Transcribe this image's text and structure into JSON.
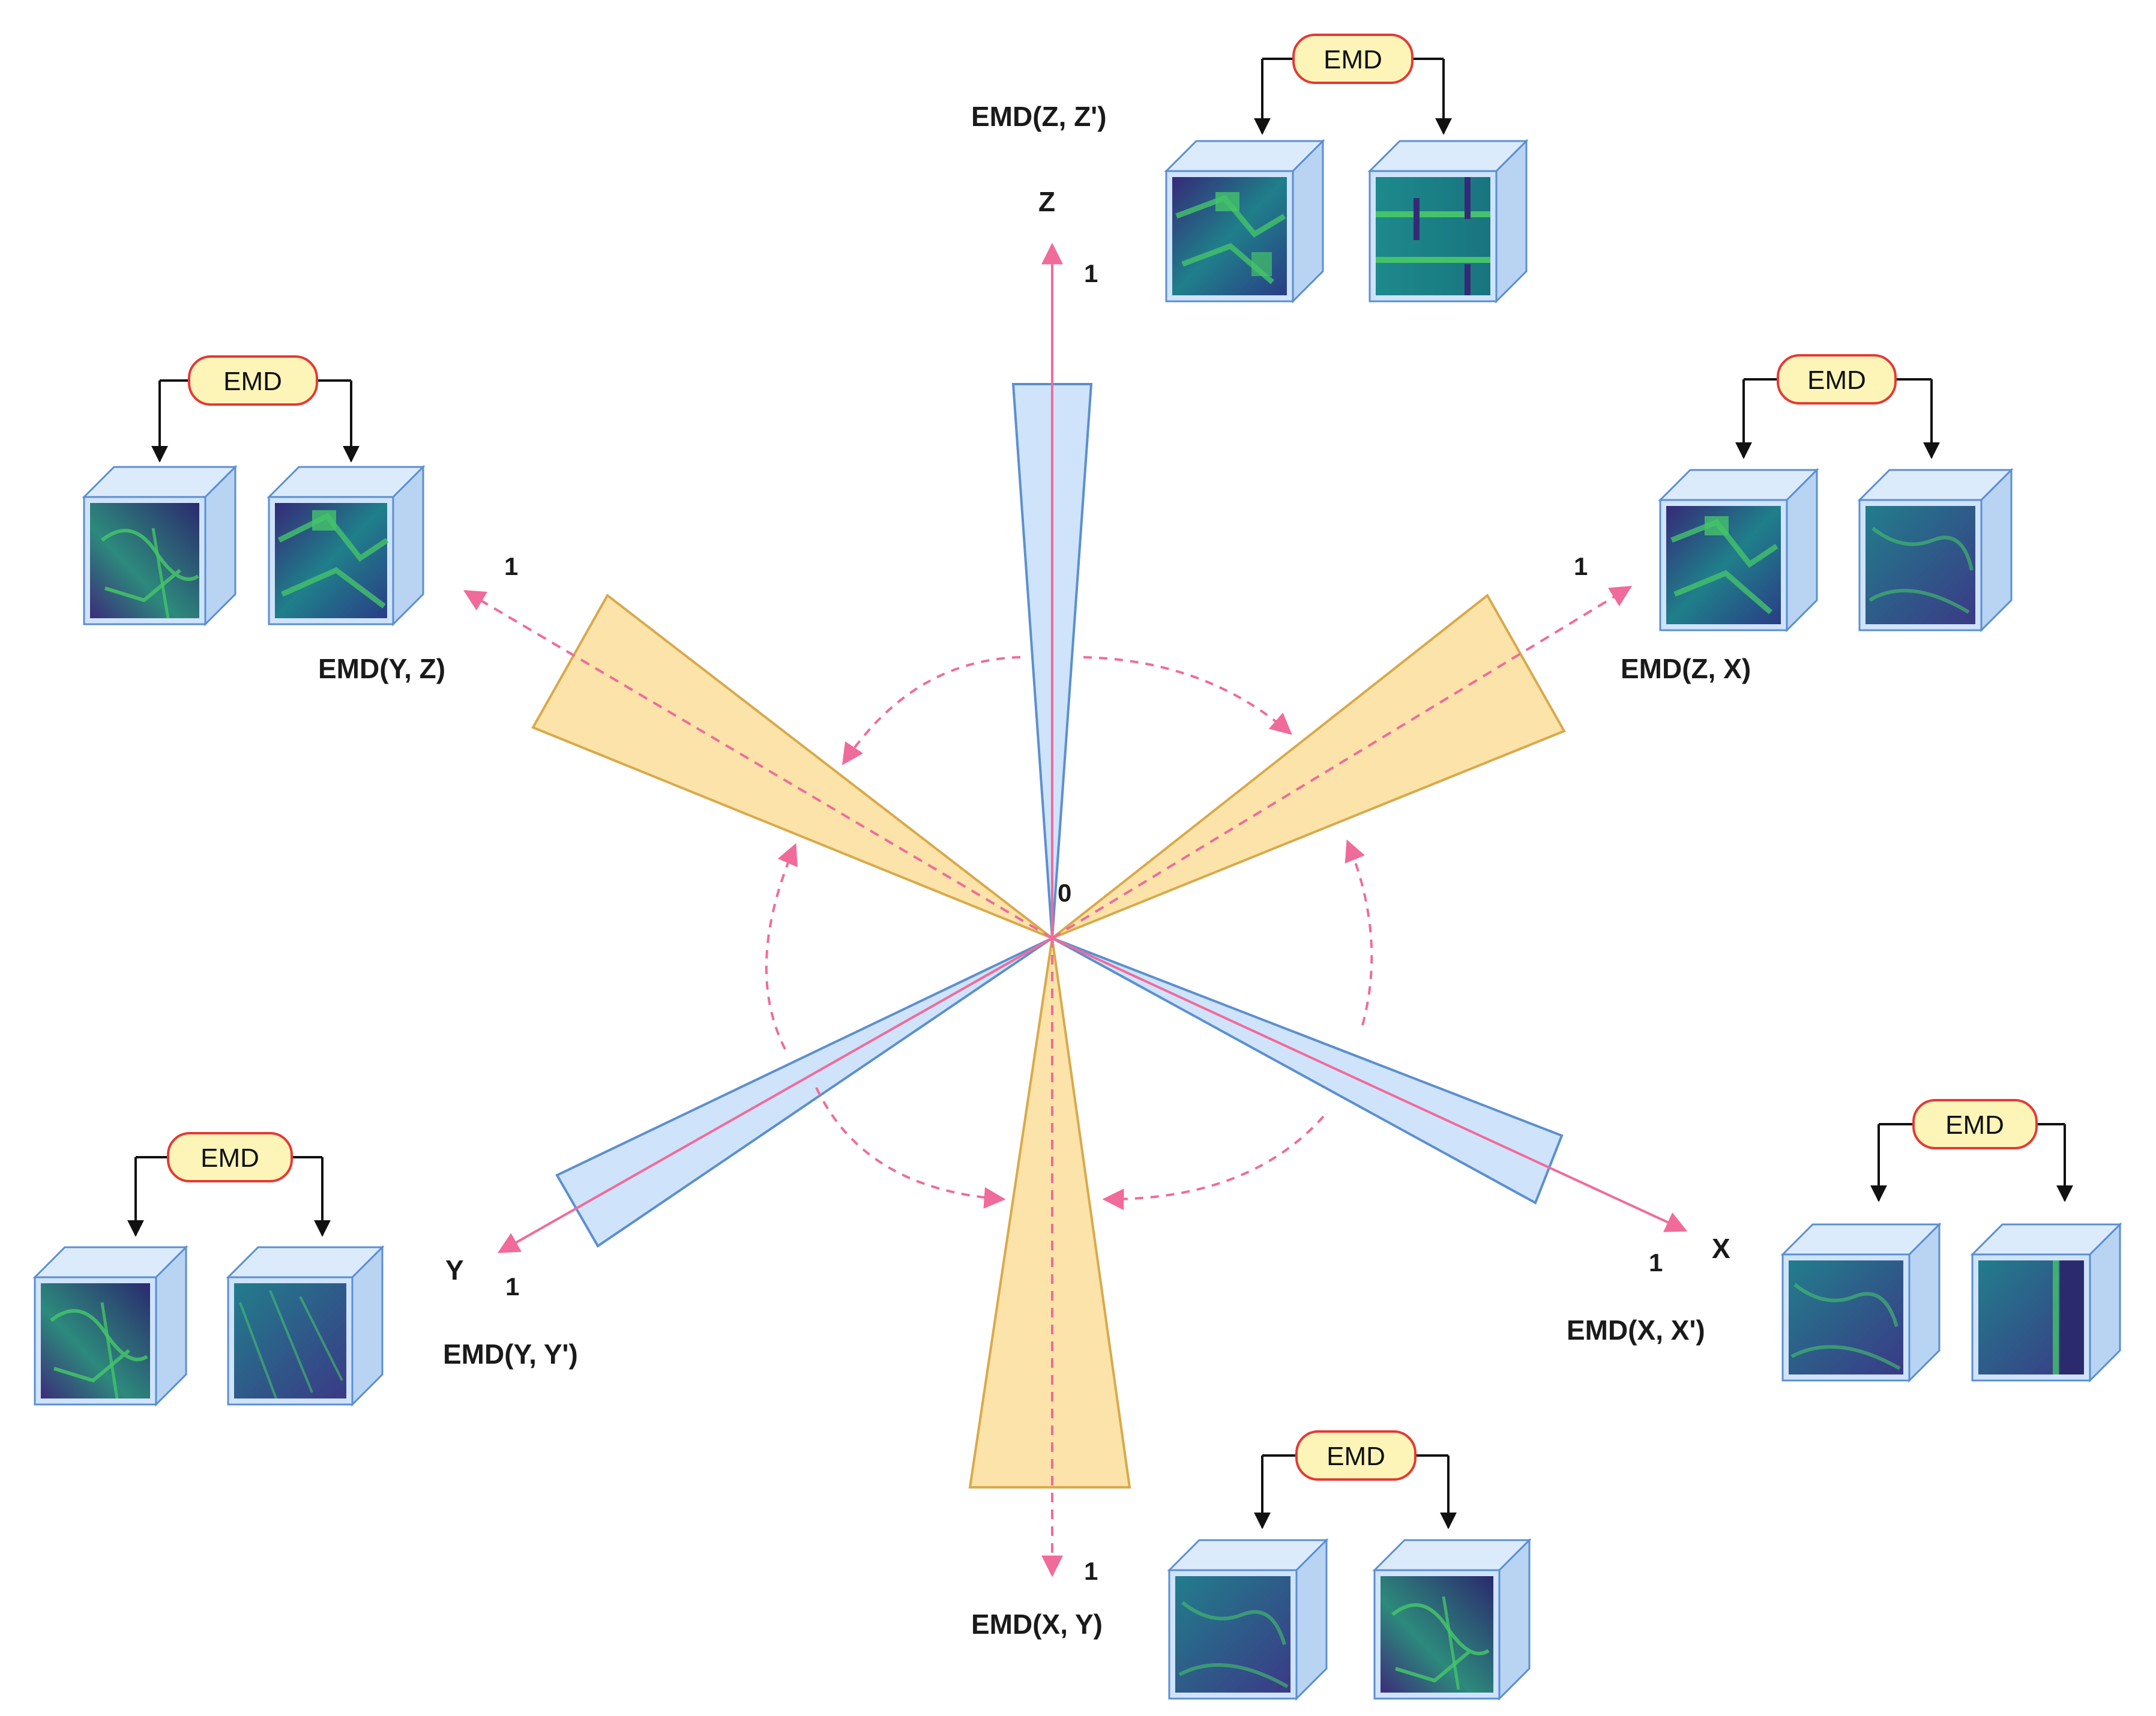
{
  "axes": {
    "z": {
      "name": "Z",
      "tick": "1"
    },
    "x": {
      "name": "X",
      "tick": "1"
    },
    "y": {
      "name": "Y",
      "tick": "1"
    },
    "origin": "0",
    "diag_tl_tick": "1",
    "diag_tr_tick": "1",
    "bottom_tick": "1"
  },
  "emd_badge": "EMD",
  "pairs": [
    {
      "id": "zz",
      "label": "EMD(Z, Z')"
    },
    {
      "id": "yz",
      "label": "EMD(Y, Z)"
    },
    {
      "id": "zx",
      "label": "EMD(Z, X)"
    },
    {
      "id": "yy",
      "label": "EMD(Y, Y')"
    },
    {
      "id": "xx",
      "label": "EMD(X, X')"
    },
    {
      "id": "xy",
      "label": "EMD(X, Y)"
    }
  ],
  "colors": {
    "axis_pink": "#f06b9a",
    "blue_fill": "#cfe3fb",
    "blue_stroke": "#5b8fd0",
    "yellow_fill": "#fbe3a9",
    "yellow_stroke": "#d9a94a",
    "badge_fill": "#fdf5b8",
    "badge_stroke": "#e53935",
    "img_dark": "#352a78",
    "img_teal": "#1f8f8f",
    "img_green": "#45c36a"
  }
}
